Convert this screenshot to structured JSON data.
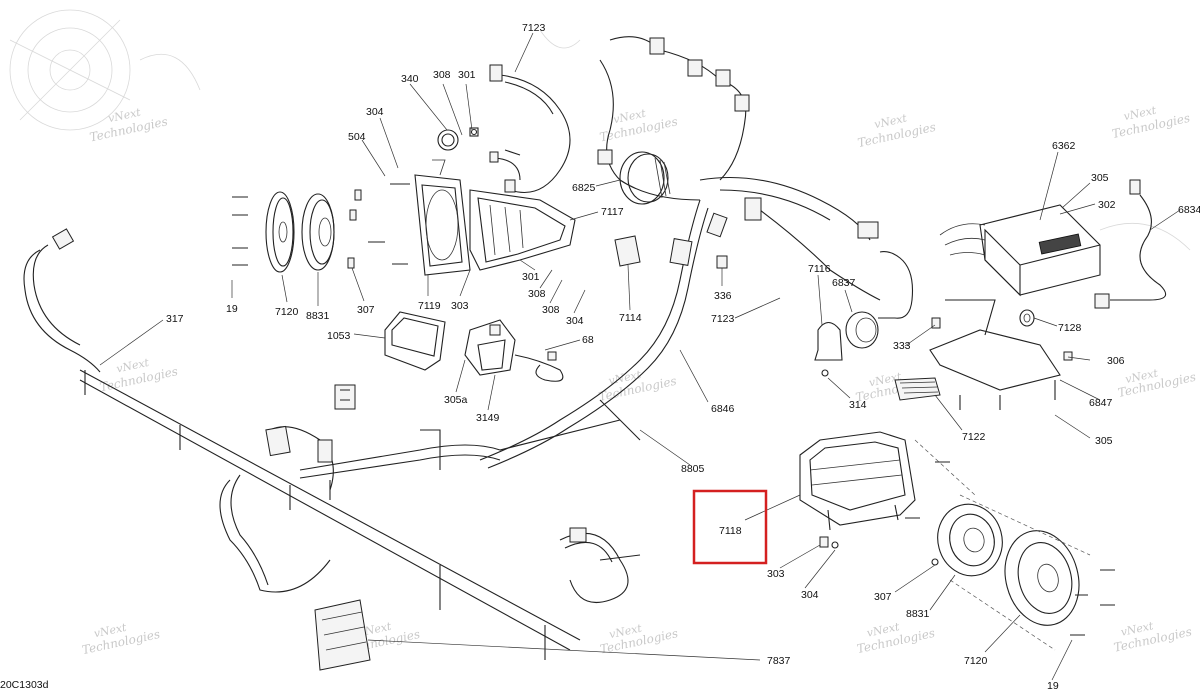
{
  "diagram_code": "20C1303d",
  "highlight": {
    "part": "7118",
    "color": "#d42020"
  },
  "watermark": {
    "line1": "vNext",
    "line2": "Technologies"
  },
  "labels": {
    "p7123_top": "7123",
    "p340": "340",
    "p308_top": "308",
    "p301_top": "301",
    "p304_upper": "304",
    "p504": "504",
    "p6825": "6825",
    "p7117": "7117",
    "p6362": "6362",
    "p305_top": "305",
    "p302": "302",
    "p6834": "6834",
    "p19_left": "19",
    "p7120_left": "7120",
    "p8831_left": "8831",
    "p307_left": "307",
    "p7119": "7119",
    "p303_left": "303",
    "p301_mid": "301",
    "p308_mid": "308",
    "p308_lower": "308",
    "p304_mid": "304",
    "p7114": "7114",
    "p336": "336",
    "p7116": "7116",
    "p6837": "6837",
    "p7128": "7128",
    "p317": "317",
    "p1053": "1053",
    "p68": "68",
    "p7123_mid": "7123",
    "p333": "333",
    "p306": "306",
    "p305a": "305a",
    "p3149": "3149",
    "p6846": "6846",
    "p314": "314",
    "p6847": "6847",
    "p7122": "7122",
    "p305_right": "305",
    "p8805": "8805",
    "p7118": "7118",
    "p303_lower": "303",
    "p304_lower": "304",
    "p307_lower": "307",
    "p8831_lower": "8831",
    "p7120_lower": "7120",
    "p7837": "7837",
    "p19_bottom": "19"
  }
}
